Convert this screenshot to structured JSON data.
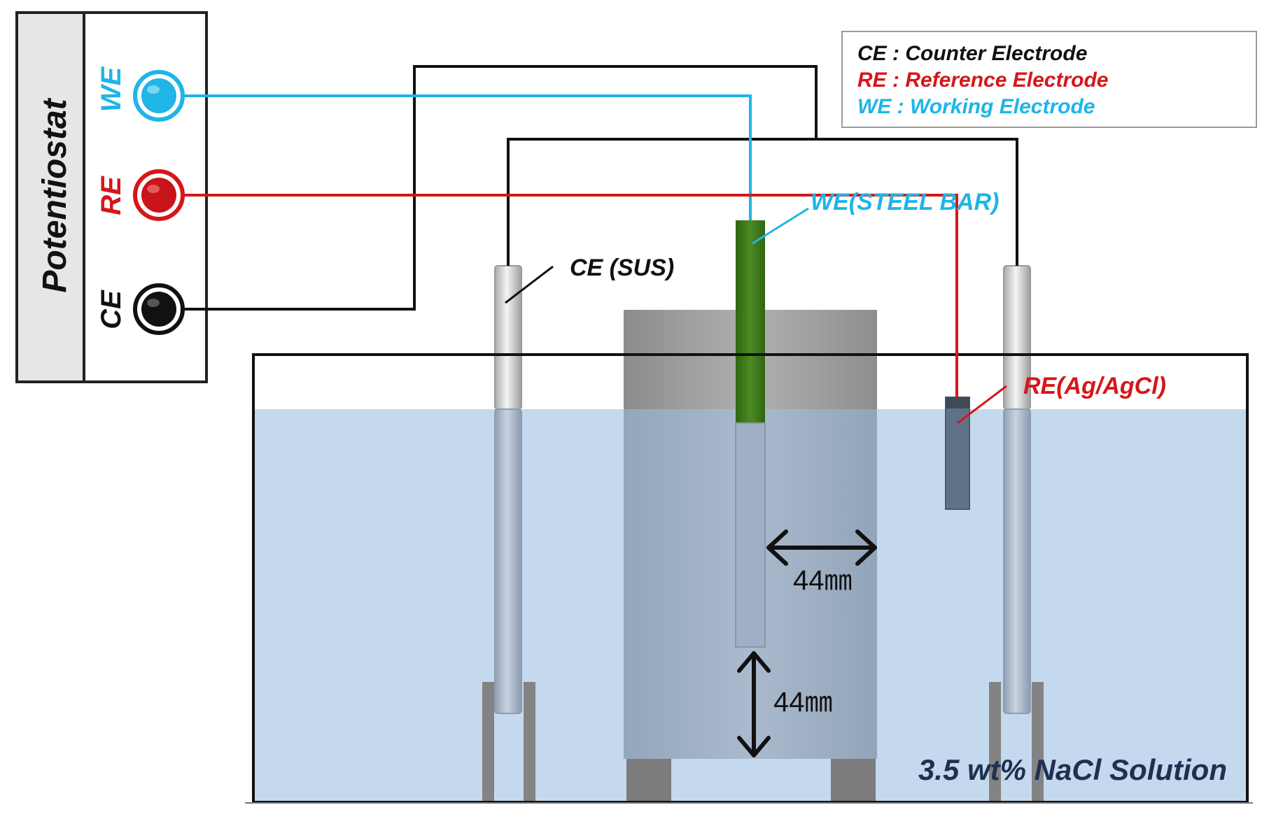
{
  "potentiostat": {
    "title": "Potentiostat",
    "terminals": [
      {
        "label": "WE",
        "color": "#1fb5e6"
      },
      {
        "label": "RE",
        "color": "#d6161a"
      },
      {
        "label": "CE",
        "color": "#111111"
      }
    ]
  },
  "legend": {
    "items": [
      {
        "text": "CE : Counter Electrode",
        "color": "#111111"
      },
      {
        "text": "RE : Reference Electrode",
        "color": "#d6161a"
      },
      {
        "text": "WE : Working Electrode",
        "color": "#1fb5e6"
      }
    ]
  },
  "labels": {
    "we": "WE(STEEL BAR)",
    "ce": "CE (SUS)",
    "re": "RE(Ag/AgCl)",
    "dim_horizontal": "44㎜",
    "dim_vertical": "44㎜",
    "solution": "3.5 wt% NaCl Solution"
  },
  "colors": {
    "we_wire": "#1fb5e6",
    "re_wire": "#d6161a",
    "ce_wire": "#111111",
    "solution": "#c5d9ee",
    "steel_bar": "#3d7a1a",
    "solution_text": "#1f3050"
  }
}
